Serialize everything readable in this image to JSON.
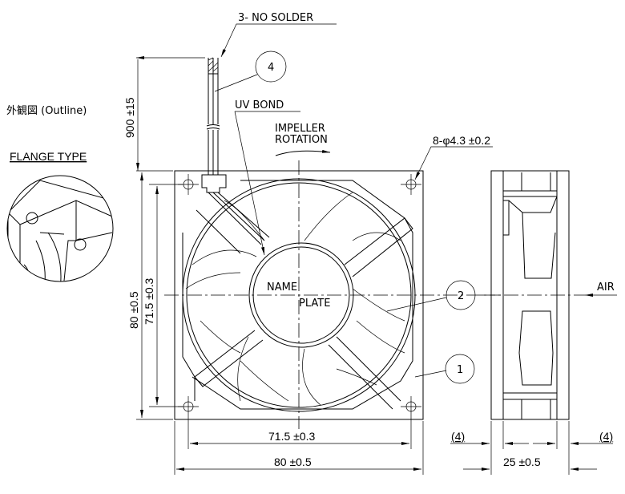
{
  "title": "外観図 (Outline)",
  "subtitle": "FLANGE TYPE",
  "labels": {
    "no_solder": "3- NO SOLDER",
    "uv_bond": "UV BOND",
    "impeller_line1": "IMPELLER",
    "impeller_line2": "ROTATION",
    "holes": "8-φ4.3 ±0.2",
    "air": "AIR",
    "name_line1": "NAME",
    "name_line2": "PLATE"
  },
  "callouts": [
    "1",
    "2",
    "4"
  ],
  "dimensions": {
    "lead_length": "900 ±15",
    "height_outer": "80 ±0.5",
    "height_inner": "71.5 ±0.3",
    "width_inner": "71.5 ±0.3",
    "width_outer": "80 ±0.5",
    "depth": "25 ±0.5",
    "flange_left": "(4)",
    "flange_right": "(4)"
  }
}
